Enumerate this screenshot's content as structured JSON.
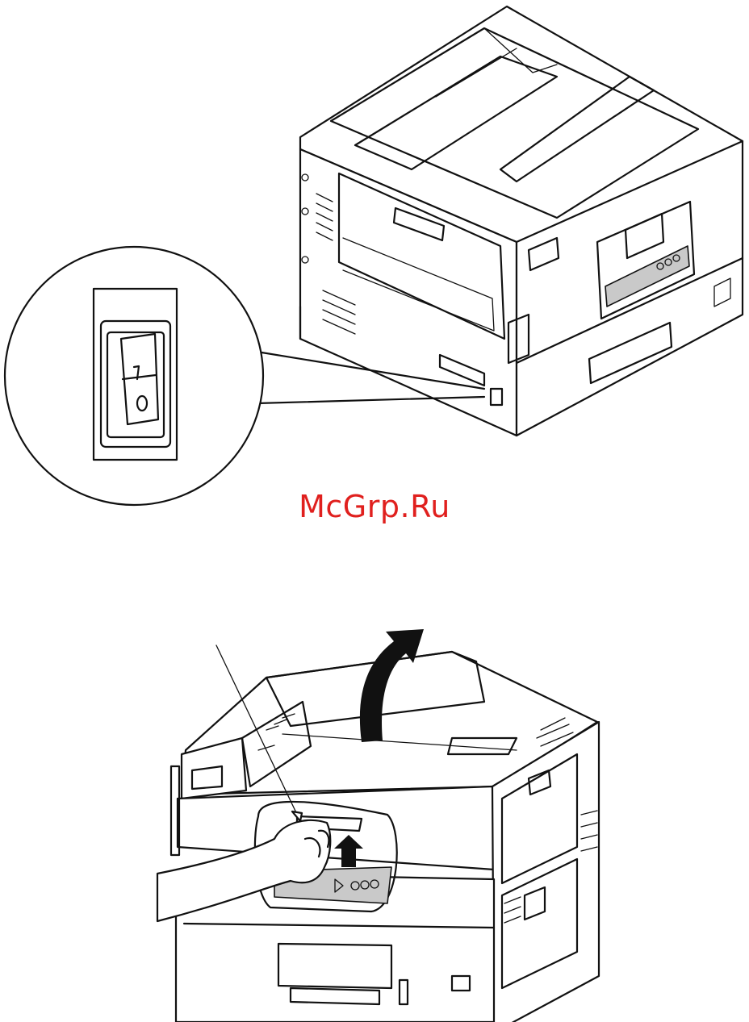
{
  "watermark": {
    "text": "McGrp.Ru",
    "color": "#e0201e"
  },
  "figures": [
    {
      "subject": "printer-power-switch-callout"
    },
    {
      "subject": "printer-top-cover-release"
    }
  ],
  "colors": {
    "line": "#111111",
    "panel_shade": "#c9c9c9",
    "background": "#ffffff"
  }
}
